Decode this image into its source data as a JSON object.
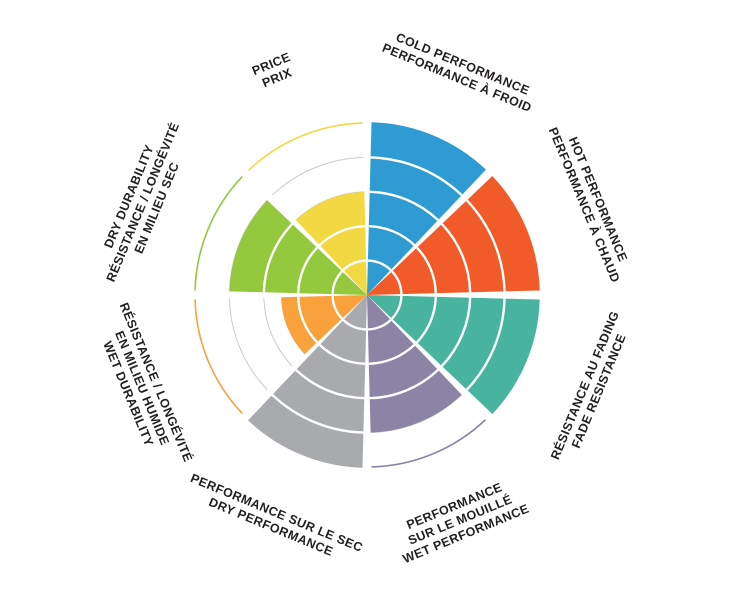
{
  "page": {
    "background_color": "#ffffff"
  },
  "chart_data": {
    "type": "polar-wheel",
    "title": "",
    "rings": 5,
    "value_max": 5,
    "sector_span_degrees": 45,
    "gap_degrees": 3,
    "gridline_color": "#c8cacb",
    "text_color": "#231f20",
    "legend_position": "around",
    "categories": [
      {
        "name": "cold-performance",
        "angle_center": 22.5,
        "value": 5,
        "color": "#2E9BD2",
        "label_lines": [
          "COLD PERFORMANCE",
          "PERFORMANCE À FROID"
        ]
      },
      {
        "name": "hot-performance",
        "angle_center": 67.5,
        "value": 5,
        "color": "#F15B2A",
        "label_lines": [
          "HOT PERFORMANCE",
          "PERFORMANCE À CHAUD"
        ]
      },
      {
        "name": "fade-resistance",
        "angle_center": 112.5,
        "value": 5,
        "color": "#48B39E",
        "label_lines": [
          "RÉSISTANCE AU FADING",
          "FADE RESISTANCE"
        ]
      },
      {
        "name": "wet-performance",
        "angle_center": 157.5,
        "value": 4,
        "color": "#8B84A5",
        "label_lines": [
          "PERFORMANCE",
          "SUR LE MOUILLÉ",
          "WET PERFORMANCE"
        ]
      },
      {
        "name": "dry-performance",
        "angle_center": 202.5,
        "value": 5,
        "color": "#A8AAAD",
        "label_lines": [
          "PERFORMANCE SUR LE SEC",
          "DRY PERFORMANCE"
        ]
      },
      {
        "name": "wet-durability",
        "angle_center": 247.5,
        "value": 2.5,
        "color": "#F9A13C",
        "label_lines": [
          "RÉSISTANCE / LONGÉVITÉ",
          "EN MILIEU HUMIDE",
          "WET DURABILITY"
        ]
      },
      {
        "name": "dry-durability",
        "angle_center": 292.5,
        "value": 4,
        "color": "#94C83D",
        "label_lines": [
          "DRY DURABILITY",
          "RÉSISTANCE / LONGÉVITÉ",
          "EN MILIEU SEC"
        ]
      },
      {
        "name": "price",
        "angle_center": 337.5,
        "value": 3,
        "color": "#F2D841",
        "label_lines": [
          "PRICE",
          "PRIX"
        ]
      }
    ]
  }
}
